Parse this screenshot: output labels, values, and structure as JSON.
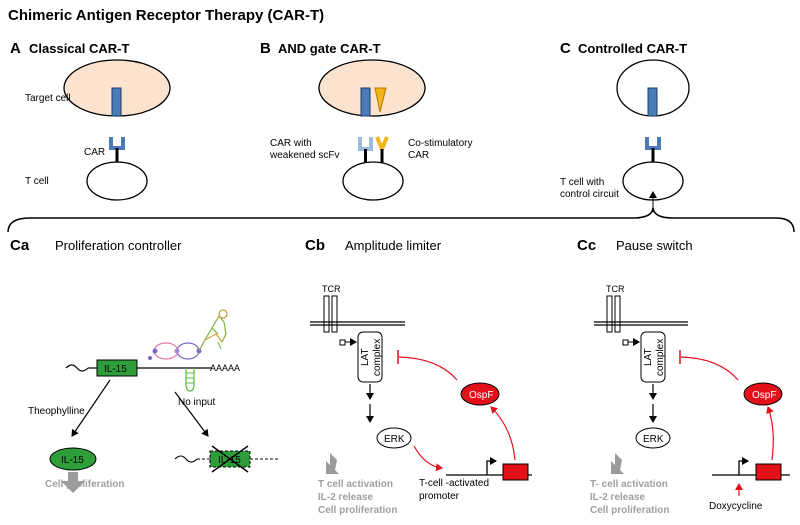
{
  "title": "Chimeric Antigen Receptor Therapy (CAR-T)",
  "colors": {
    "target_cell": "#fbe3cf",
    "car_blue": "#4a7ab8",
    "car_light_blue": "#9bbcdf",
    "costim_yellow": "#f2b51b",
    "il15_green": "#2e9e3a",
    "ospf_red": "#e3101a",
    "promoter_red": "#e3101a",
    "output_grey": "#a0a0a0"
  },
  "panel_a": {
    "letter": "A",
    "title": "Classical CAR-T",
    "target_cell_label": "Target cell",
    "car_label": "CAR",
    "t_cell_label": "T cell"
  },
  "panel_b": {
    "letter": "B",
    "title": "AND gate CAR-T",
    "car_weak_label_line1": "CAR with",
    "car_weak_label_line2": "weakened scFv",
    "costim_label_line1": "Co-stimulatory",
    "costim_label_line2": "CAR"
  },
  "panel_c": {
    "letter": "C",
    "title": "Controlled CAR-T",
    "t_cell_label_line1": "T cell with",
    "t_cell_label_line2": "control circuit"
  },
  "panel_ca": {
    "letter": "Ca",
    "title": "Proliferation controller",
    "gene_label": "IL-15",
    "polya": "AAAAA",
    "theophylline": "Theophylline",
    "no_input": "No input",
    "protein_label": "IL-15",
    "output": "Cell proliferation"
  },
  "panel_cb": {
    "letter": "Cb",
    "title": "Amplitude limiter",
    "tcr": "TCR",
    "lat_line1": "LAT",
    "lat_line2": "complex",
    "ospf": "OspF",
    "erk": "ERK",
    "output_line1": "T cell activation",
    "output_line2": "IL-2 release",
    "output_line3": "Cell proliferation",
    "promoter_line1": "T-cell -activated",
    "promoter_line2": "promoter"
  },
  "panel_cc": {
    "letter": "Cc",
    "title": "Pause switch",
    "tcr": "TCR",
    "lat_line1": "LAT",
    "lat_line2": "complex",
    "ospf": "OspF",
    "erk": "ERK",
    "output_line1": "T- cell activation",
    "output_line2": "IL-2 release",
    "output_line3": "Cell proliferation",
    "inducer": "Doxycycline"
  }
}
